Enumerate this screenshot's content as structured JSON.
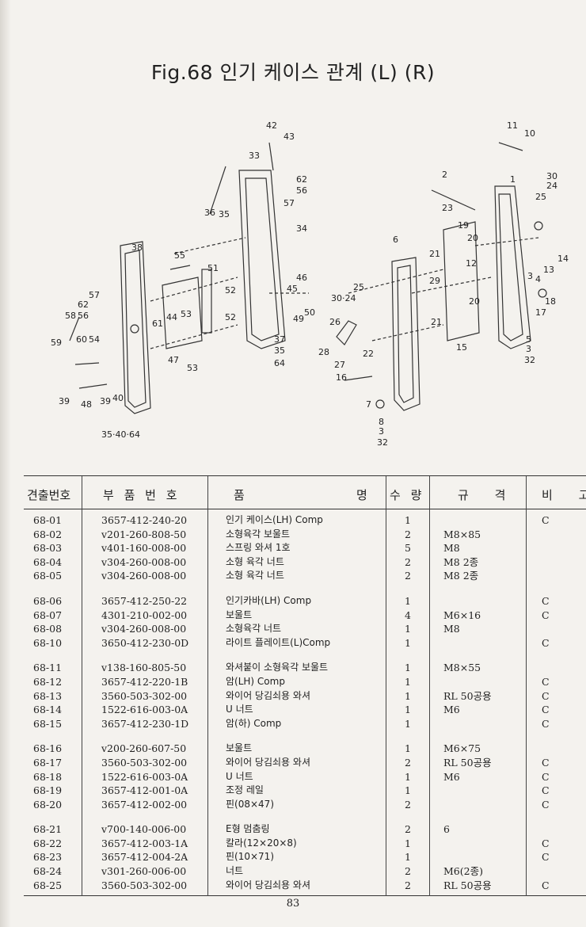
{
  "figure": {
    "title": "Fig.68 인기 케이스 관계 (L) (R)"
  },
  "table": {
    "headers": {
      "no": "견출번호",
      "part": "부 품 번 호",
      "name": "품",
      "name_end": "명",
      "qty": "수 량",
      "spec": "규 격",
      "note": "비 고"
    },
    "groups": [
      [
        {
          "no": "68-01",
          "part": "3657-412-240-20",
          "name": "인기 케이스(LH) Comp",
          "qty": "1",
          "spec": "",
          "note": "C"
        },
        {
          "no": "68-02",
          "part": "v201-260-808-50",
          "name": "소형육각 보울트",
          "qty": "2",
          "spec": "M8×85",
          "note": ""
        },
        {
          "no": "68-03",
          "part": "v401-160-008-00",
          "name": "스프링 와셔 1호",
          "qty": "5",
          "spec": "M8",
          "note": ""
        },
        {
          "no": "68-04",
          "part": "v304-260-008-00",
          "name": "소형 육각 너트",
          "qty": "2",
          "spec": "M8 2종",
          "note": ""
        },
        {
          "no": "68-05",
          "part": "v304-260-008-00",
          "name": "소형 육각 너트",
          "qty": "2",
          "spec": "M8 2종",
          "note": ""
        }
      ],
      [
        {
          "no": "68-06",
          "part": "3657-412-250-22",
          "name": "인기카바(LH) Comp",
          "qty": "1",
          "spec": "",
          "note": "C"
        },
        {
          "no": "68-07",
          "part": "4301-210-002-00",
          "name": "보울트",
          "qty": "4",
          "spec": "M6×16",
          "note": "C"
        },
        {
          "no": "68-08",
          "part": "v304-260-008-00",
          "name": "소형육각 너트",
          "qty": "1",
          "spec": "M8",
          "note": ""
        },
        {
          "no": "68-10",
          "part": "3650-412-230-0D",
          "name": "라이트 플레이트(L)Comp",
          "qty": "1",
          "spec": "",
          "note": "C"
        }
      ],
      [
        {
          "no": "68-11",
          "part": "v138-160-805-50",
          "name": "와셔붙이 소형육각 보울트",
          "qty": "1",
          "spec": "M8×55",
          "note": ""
        },
        {
          "no": "68-12",
          "part": "3657-412-220-1B",
          "name": "암(LH) Comp",
          "qty": "1",
          "spec": "",
          "note": "C"
        },
        {
          "no": "68-13",
          "part": "3560-503-302-00",
          "name": "와이어 당김쇠용 와셔",
          "qty": "1",
          "spec": "RL 50공용",
          "note": "C"
        },
        {
          "no": "68-14",
          "part": "1522-616-003-0A",
          "name": "U 너트",
          "qty": "1",
          "spec": "M6",
          "note": "C"
        },
        {
          "no": "68-15",
          "part": "3657-412-230-1D",
          "name": "암(하) Comp",
          "qty": "1",
          "spec": "",
          "note": "C"
        }
      ],
      [
        {
          "no": "68-16",
          "part": "v200-260-607-50",
          "name": "보울트",
          "qty": "1",
          "spec": "M6×75",
          "note": ""
        },
        {
          "no": "68-17",
          "part": "3560-503-302-00",
          "name": "와이어 당김쇠용 와셔",
          "qty": "2",
          "spec": "RL 50공용",
          "note": "C"
        },
        {
          "no": "68-18",
          "part": "1522-616-003-0A",
          "name": "U 너트",
          "qty": "1",
          "spec": "M6",
          "note": "C"
        },
        {
          "no": "68-19",
          "part": "3657-412-001-0A",
          "name": "조정 레일",
          "qty": "1",
          "spec": "",
          "note": "C"
        },
        {
          "no": "68-20",
          "part": "3657-412-002-00",
          "name": "핀(08×47)",
          "qty": "2",
          "spec": "",
          "note": "C"
        }
      ],
      [
        {
          "no": "68-21",
          "part": "v700-140-006-00",
          "name": "E형 멈춤링",
          "qty": "2",
          "spec": "6",
          "note": ""
        },
        {
          "no": "68-22",
          "part": "3657-412-003-1A",
          "name": "칼라(12×20×8)",
          "qty": "1",
          "spec": "",
          "note": "C"
        },
        {
          "no": "68-23",
          "part": "3657-412-004-2A",
          "name": "핀(10×71)",
          "qty": "1",
          "spec": "",
          "note": "C"
        },
        {
          "no": "68-24",
          "part": "v301-260-006-00",
          "name": "너트",
          "qty": "2",
          "spec": "M6(2종)",
          "note": ""
        },
        {
          "no": "68-25",
          "part": "3560-503-302-00",
          "name": "와이어 당김쇠용 와셔",
          "qty": "2",
          "spec": "RL 50공용",
          "note": "C"
        }
      ]
    ]
  },
  "page_number": "83",
  "diagram_labels": [
    "42",
    "43",
    "33",
    "62",
    "56",
    "57",
    "36",
    "35",
    "34",
    "46",
    "45",
    "49",
    "50",
    "37",
    "35",
    "64",
    "55",
    "51",
    "52",
    "52",
    "53",
    "53",
    "61",
    "44",
    "47",
    "38",
    "57",
    "62",
    "58",
    "56",
    "54",
    "60",
    "59",
    "39",
    "48",
    "39",
    "40",
    "35·40·64",
    "11",
    "10",
    "30",
    "24",
    "25",
    "2",
    "23",
    "19",
    "20",
    "21",
    "12",
    "29",
    "20",
    "21",
    "15",
    "6",
    "30·24",
    "25",
    "26",
    "28",
    "22",
    "27",
    "16",
    "7",
    "8",
    "3",
    "32",
    "14",
    "13",
    "4",
    "3",
    "18",
    "17",
    "5",
    "3",
    "32",
    "1"
  ]
}
